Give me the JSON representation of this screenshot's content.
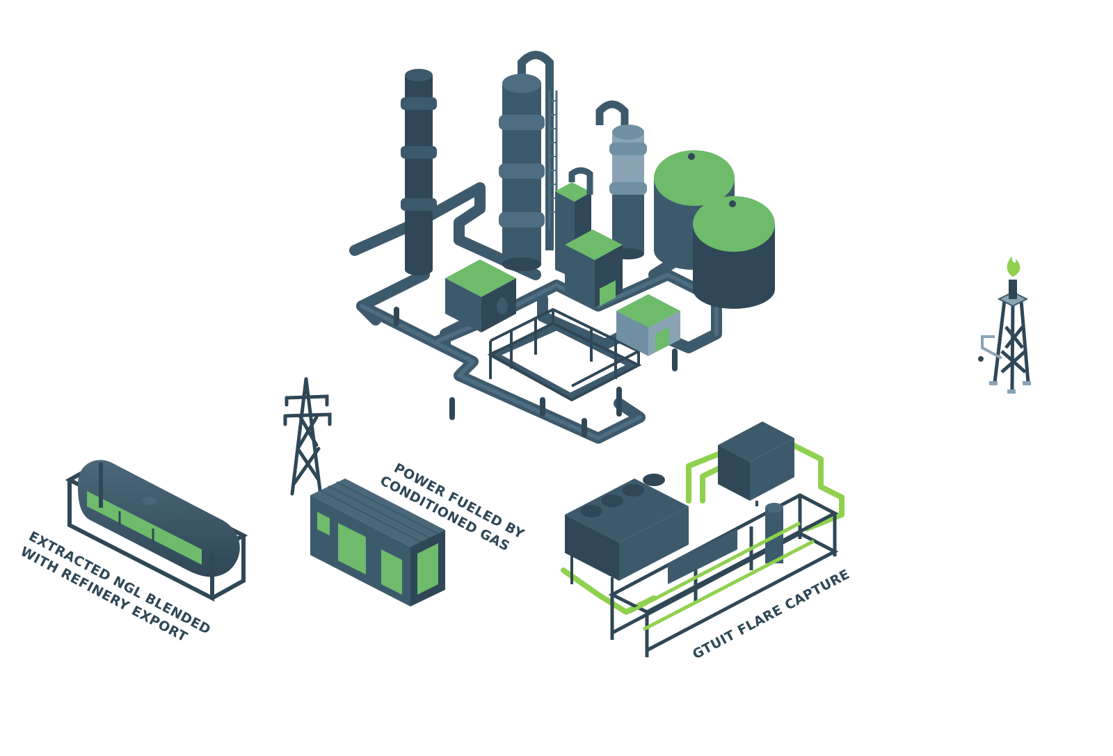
{
  "labels": {
    "ngl_line1": "EXTRACTED NGL BLENDED",
    "ngl_line2": "WITH REFINERY EXPORT",
    "power_line1": "POWER FUELED BY",
    "power_line2": "CONDITIONED GAS",
    "capture": "GTUIT FLARE CAPTURE"
  },
  "colors": {
    "dark": "#2f4756",
    "mid": "#3d5a6c",
    "light": "#6f8fa3",
    "steel": "#8aa4b6",
    "green": "#6dbb6b",
    "lime": "#8fd14f",
    "flame": "#8fd14f"
  },
  "icons": {
    "refinery": "refinery-icon",
    "flare": "flare-stack-icon",
    "tower": "power-tower-icon",
    "tank": "iso-tank-icon",
    "generator": "generator-container-icon",
    "skid": "flare-capture-skid-icon"
  }
}
